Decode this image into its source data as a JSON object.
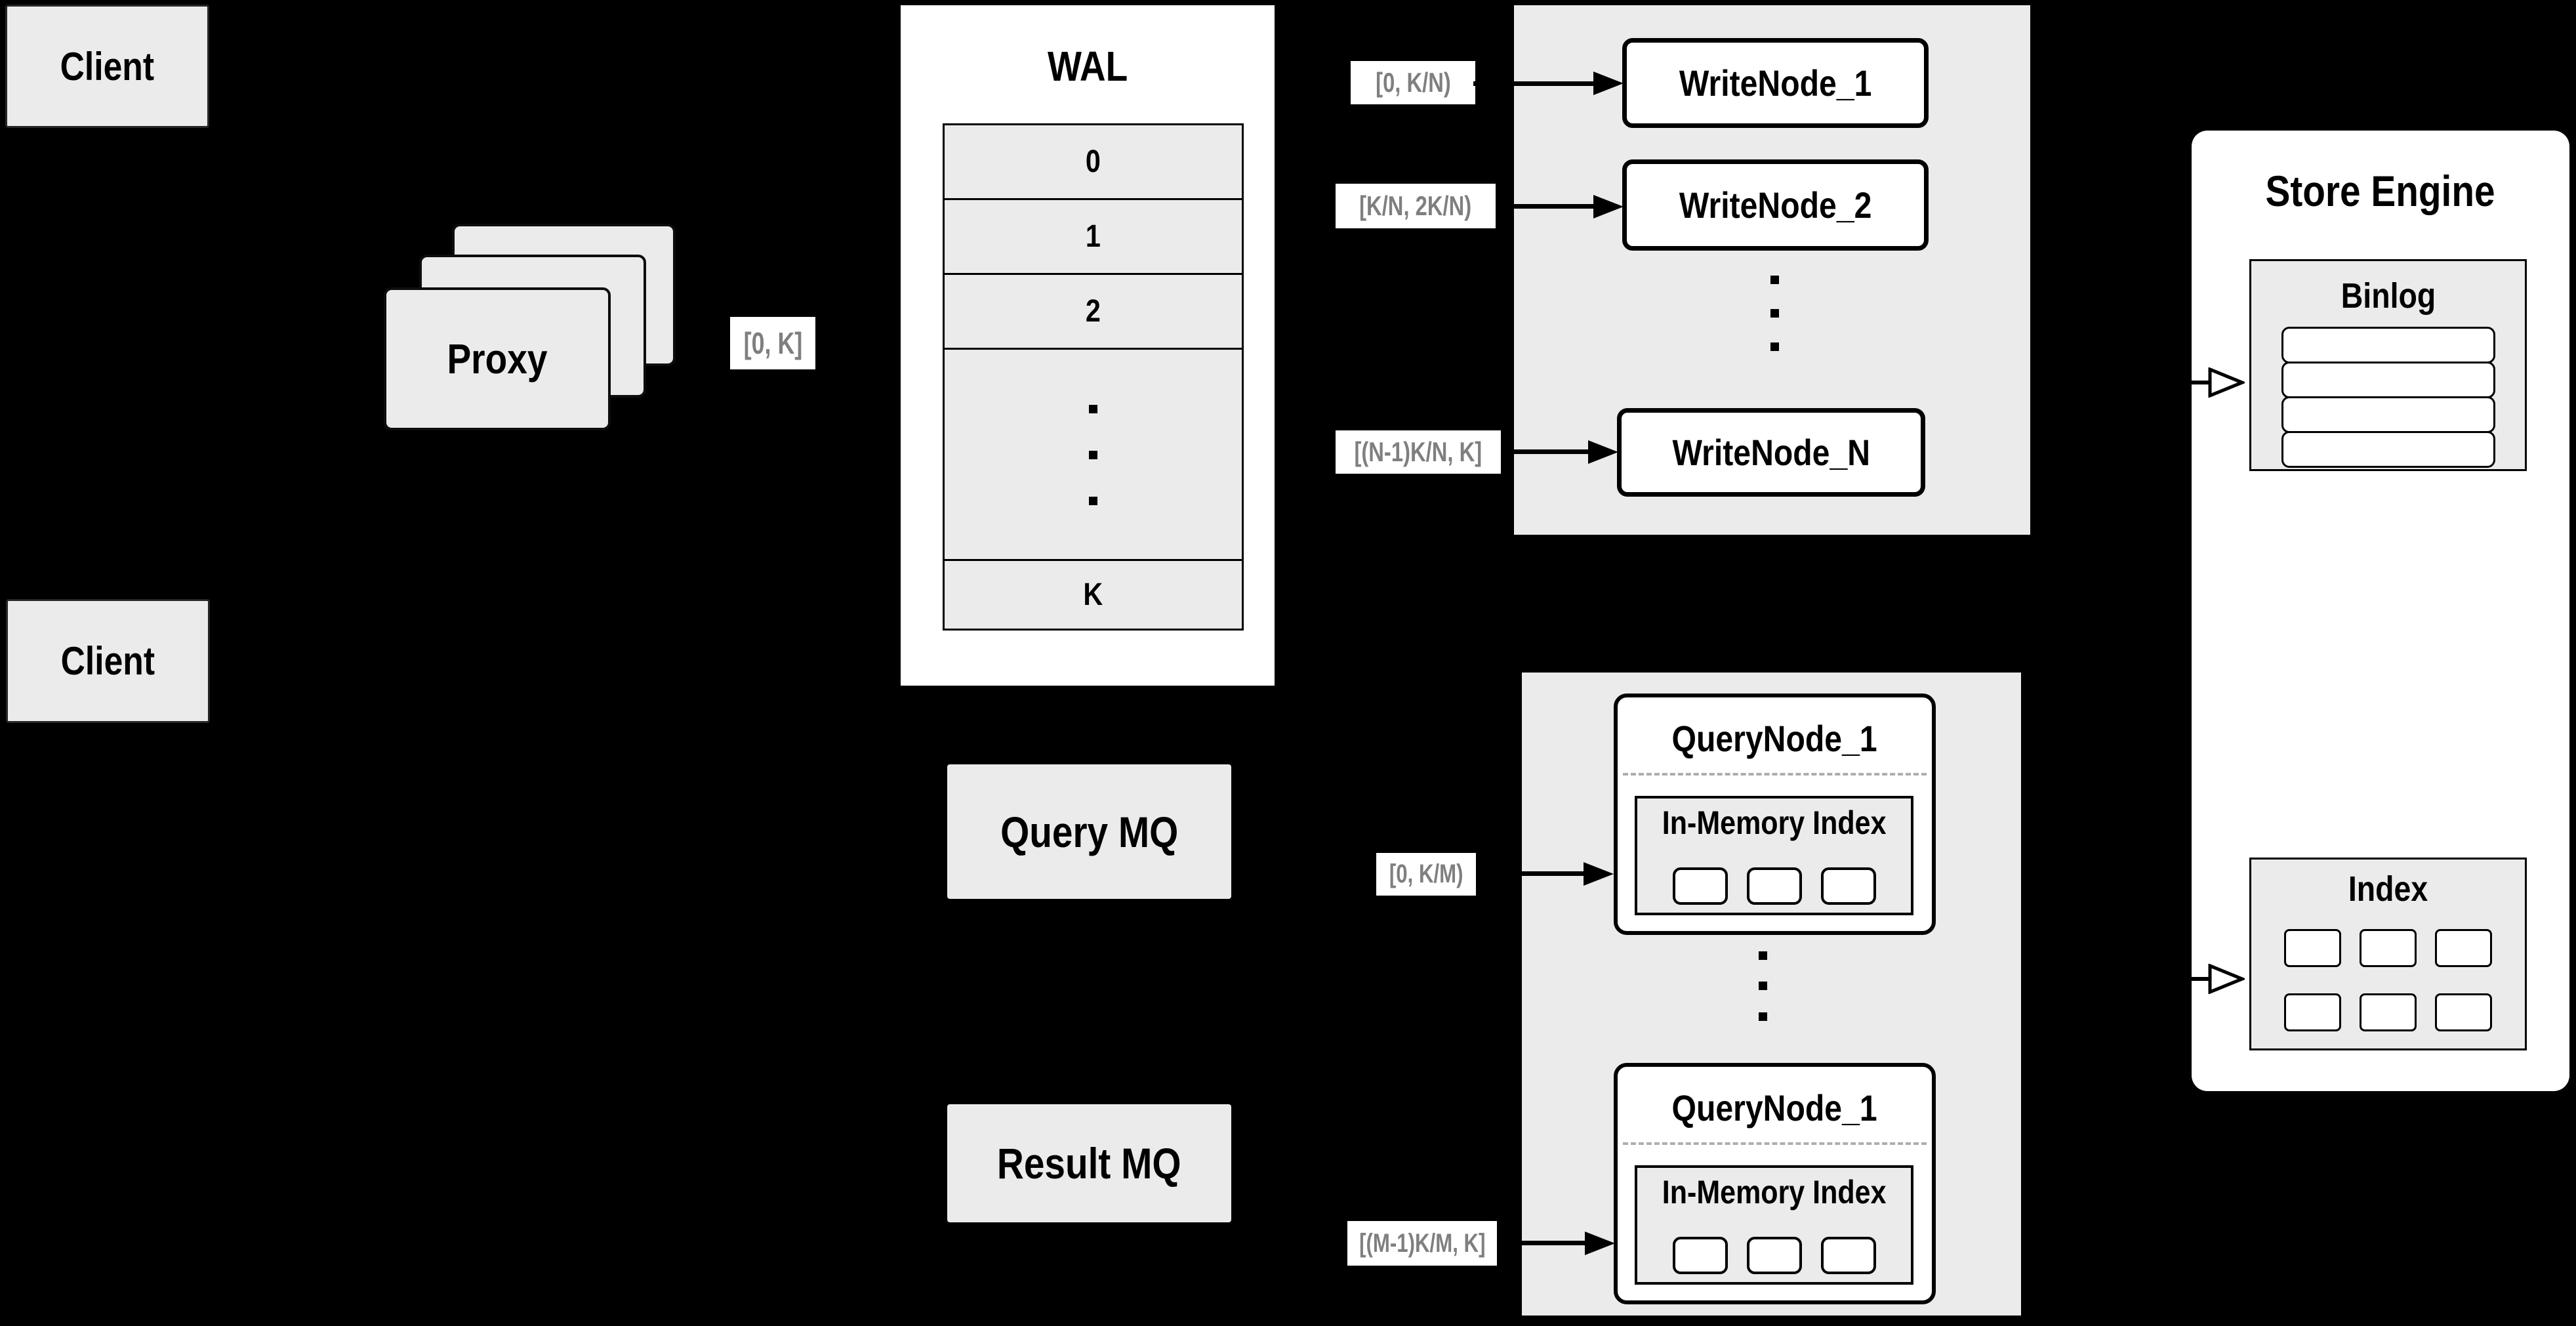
{
  "colors": {
    "bg": "#000000",
    "panel": "#ebebeb",
    "surface": "#ffffff",
    "line": "#000000",
    "muted": "#7f7f7f",
    "dash": "#adadad"
  },
  "clients": {
    "top": "Client",
    "bottom": "Client"
  },
  "proxy": {
    "label": "Proxy",
    "range": "[0, K]"
  },
  "wal": {
    "title": "WAL",
    "slots": [
      "0",
      "1",
      "2"
    ],
    "last_slot": "K"
  },
  "write_cluster": {
    "ranges": [
      "[0, K/N)",
      "[K/N, 2K/N)",
      "[(N-1)K/N, K]"
    ],
    "nodes": [
      "WriteNode_1",
      "WriteNode_2",
      "WriteNode_N"
    ]
  },
  "query_cluster": {
    "ranges": [
      "[0, K/M)",
      "[(M-1)K/M, K]"
    ],
    "nodes": [
      {
        "title": "QueryNode_1",
        "memory_label": "In-Memory Index"
      },
      {
        "title": "QueryNode_1",
        "memory_label": "In-Memory Index"
      }
    ]
  },
  "mq": {
    "query": "Query MQ",
    "result": "Result MQ"
  },
  "store_engine": {
    "title": "Store Engine",
    "binlog_label": "Binlog",
    "index_label": "Index"
  }
}
